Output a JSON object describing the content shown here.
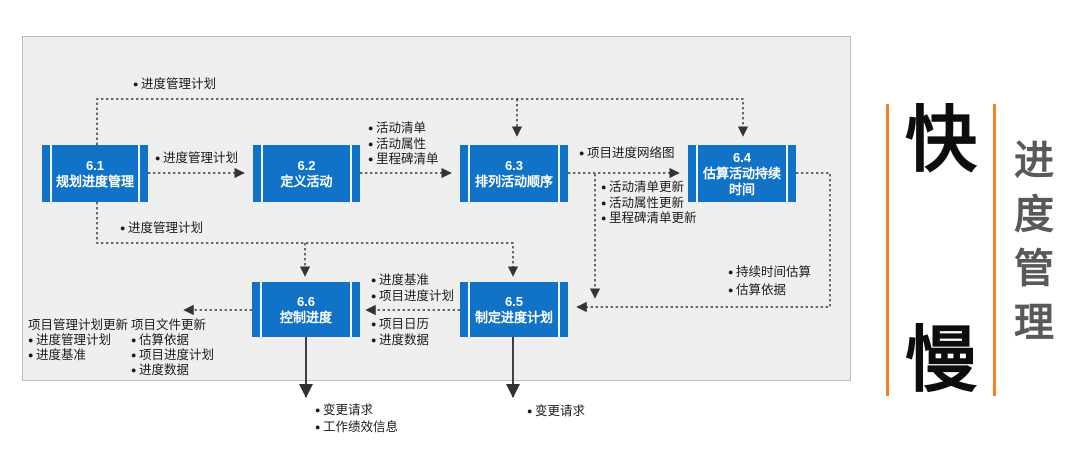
{
  "diagram_title": "进度管理",
  "side_banner": {
    "fast": "快",
    "slow": "慢",
    "vertical_title": "进度管理"
  },
  "processes": [
    {
      "id": "6.1",
      "name": "规划进度管理"
    },
    {
      "id": "6.2",
      "name": "定义活动"
    },
    {
      "id": "6.3",
      "name": "排列活动顺序"
    },
    {
      "id": "6.4",
      "name": "估算活动持续时间"
    },
    {
      "id": "6.5",
      "name": "制定进度计划"
    },
    {
      "id": "6.6",
      "name": "控制进度"
    }
  ],
  "annotations": {
    "top_plan": "进度管理计划",
    "plan_61_to_62": "进度管理计划",
    "outputs_62": [
      "活动清单",
      "活动属性",
      "里程碑清单"
    ],
    "output_63": "项目进度网络图",
    "updates_63": [
      "活动清单更新",
      "活动属性更新",
      "里程碑清单更新"
    ],
    "outputs_64": [
      "持续时间估算",
      "估算依据"
    ],
    "plan_61_to_bottom": "进度管理计划",
    "inputs_66_upper": [
      "进度基准",
      "项目进度计划"
    ],
    "inputs_66_lower": [
      "项目日历",
      "进度数据"
    ],
    "pm_plan_updates": {
      "heading": "项目管理计划更新",
      "items": [
        "进度管理计划",
        "进度基准"
      ]
    },
    "doc_updates": {
      "heading": "项目文件更新",
      "items": [
        "估算依据",
        "项目进度计划",
        "进度数据"
      ]
    },
    "outputs_66_bottom": [
      "变更请求",
      "工作绩效信息"
    ],
    "outputs_65_bottom": [
      "变更请求"
    ]
  },
  "colors": {
    "process_fill": "#1173c8",
    "panel_background": "#efefef",
    "panel_border": "#bdbdbd",
    "connector_line": "#3c3c3c",
    "accent_orange": "#f58220",
    "side_title_gray": "#595959",
    "fast_slow_black": "#0d0d0d"
  }
}
